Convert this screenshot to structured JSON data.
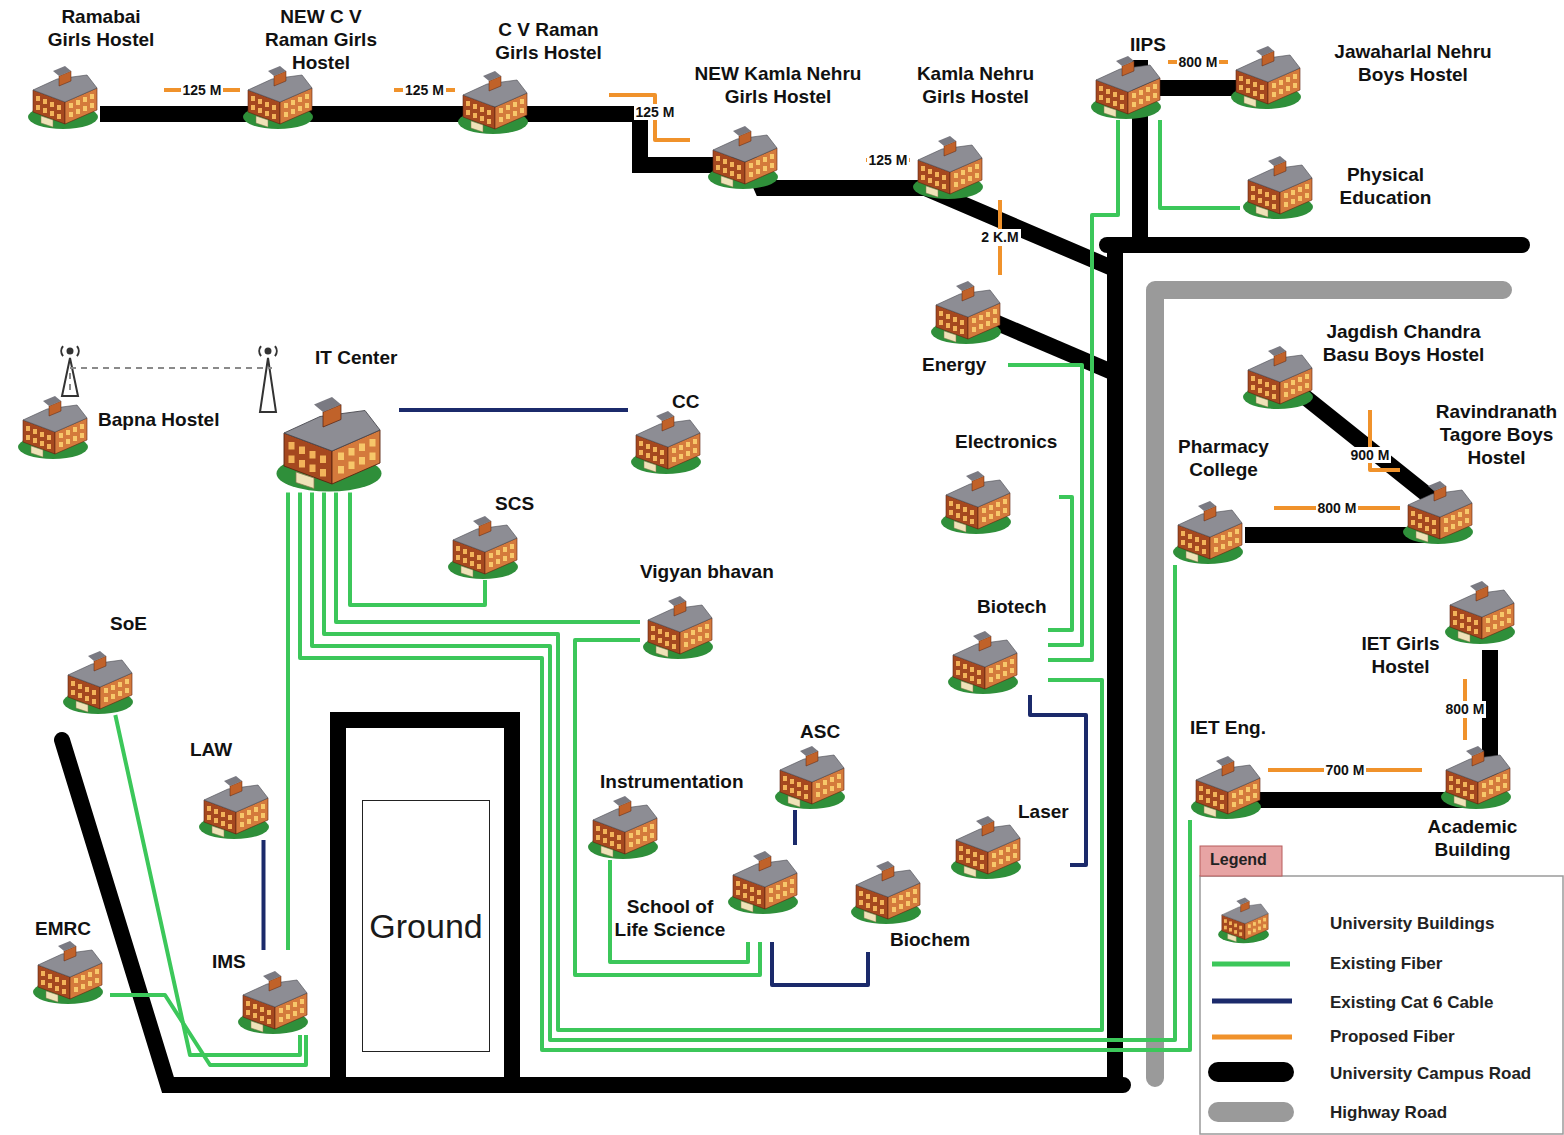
{
  "diagram": {
    "nodes": [
      {
        "text": [
          "Ramabai Girls Hostel"
        ]
      },
      {
        "text": [
          "NEW C V Raman Girls Hostel"
        ]
      },
      {
        "text": [
          "C V Raman Girls Hostel"
        ]
      },
      {
        "text": [
          "NEW Kamla Nehru Girls Hostel"
        ]
      },
      {
        "text": [
          "Kamla Nehru Girls Hostel"
        ]
      },
      {
        "text": [
          "IIPS"
        ]
      },
      {
        "text": [
          "Jawaharlal Nehru Boys Hostel"
        ]
      },
      {
        "text": [
          "Physical Education"
        ]
      },
      {
        "text": [
          "Energy"
        ]
      },
      {
        "text": [
          "Bapna Hostel"
        ]
      },
      {
        "text": [
          "IT Center"
        ]
      },
      {
        "text": [
          "CC"
        ]
      },
      {
        "text": [
          "SCS"
        ]
      },
      {
        "text": [
          "Vigyan bhavan"
        ]
      },
      {
        "text": [
          "Electronics"
        ]
      },
      {
        "text": [
          "Biotech"
        ]
      },
      {
        "text": [
          "Pharmacy College"
        ]
      },
      {
        "text": [
          "Jagdish Chandra Basu Boys Hostel"
        ]
      },
      {
        "text": [
          "Ravindranath Tagore Boys Hostel"
        ]
      },
      {
        "text": [
          "IET Girls Hostel"
        ]
      },
      {
        "text": [
          "SoE"
        ]
      },
      {
        "text": [
          "LAW"
        ]
      },
      {
        "text": [
          "Instrumentation"
        ]
      },
      {
        "text": [
          "ASC"
        ]
      },
      {
        "text": [
          "Laser"
        ]
      },
      {
        "text": [
          "IET Eng."
        ]
      },
      {
        "text": [
          "Academic Building"
        ]
      },
      {
        "text": [
          "EMRC"
        ]
      },
      {
        "text": [
          "IMS"
        ]
      },
      {
        "text": [
          "School of Life Science"
        ]
      },
      {
        "text": [
          "Biochem"
        ]
      },
      {
        "text": [
          "Ground"
        ]
      }
    ],
    "edges": [
      {
        "from": 0,
        "to": 1,
        "arrow": "none",
        "label": "125 M"
      },
      {
        "from": 1,
        "to": 2,
        "arrow": "none",
        "label": "125 M"
      },
      {
        "from": 2,
        "to": 3,
        "arrow": "none",
        "label": "125 M"
      },
      {
        "from": 3,
        "to": 4,
        "arrow": "none",
        "label": "125 M"
      },
      {
        "from": 4,
        "to": 8,
        "arrow": "none",
        "label": "2 K.M"
      },
      {
        "from": 5,
        "to": 6,
        "arrow": "none",
        "label": "800 M"
      },
      {
        "from": 5,
        "to": 7,
        "arrow": "none"
      },
      {
        "from": 5,
        "to": 15,
        "arrow": "none"
      },
      {
        "from": 8,
        "to": 15,
        "arrow": "none"
      },
      {
        "from": 14,
        "to": 15,
        "arrow": "none"
      },
      {
        "from": 15,
        "to": 24,
        "arrow": "none"
      },
      {
        "from": 10,
        "to": 11,
        "arrow": "none"
      },
      {
        "from": 10,
        "to": 12,
        "arrow": "none"
      },
      {
        "from": 10,
        "to": 13,
        "arrow": "none"
      },
      {
        "from": 10,
        "to": 15,
        "arrow": "none"
      },
      {
        "from": 10,
        "to": 16,
        "arrow": "none"
      },
      {
        "from": 10,
        "to": 25,
        "arrow": "none"
      },
      {
        "from": 10,
        "to": 28,
        "arrow": "none"
      },
      {
        "from": 21,
        "to": 28,
        "arrow": "none"
      },
      {
        "from": 20,
        "to": 28,
        "arrow": "none"
      },
      {
        "from": 27,
        "to": 28,
        "arrow": "none"
      },
      {
        "from": 13,
        "to": 29,
        "arrow": "none"
      },
      {
        "from": 22,
        "to": 29,
        "arrow": "none"
      },
      {
        "from": 23,
        "to": 29,
        "arrow": "none"
      },
      {
        "from": 29,
        "to": 30,
        "arrow": "none"
      },
      {
        "from": 17,
        "to": 18,
        "arrow": "none",
        "label": "900 M"
      },
      {
        "from": 16,
        "to": 18,
        "arrow": "none",
        "label": "800 M"
      },
      {
        "from": 19,
        "to": 26,
        "arrow": "none",
        "label": "800 M"
      },
      {
        "from": 25,
        "to": 26,
        "arrow": "none",
        "label": "700 M"
      },
      {
        "from": 9,
        "to": 10,
        "arrow": "none"
      }
    ],
    "labels": [
      "Legend"
    ],
    "legend": [
      {
        "text": "University Buildings"
      },
      {
        "text": "Existing Fiber"
      },
      {
        "text": "Existing Cat 6 Cable"
      },
      {
        "text": "Proposed Fiber"
      },
      {
        "text": "University Campus Road"
      },
      {
        "text": "Highway Road"
      }
    ]
  }
}
